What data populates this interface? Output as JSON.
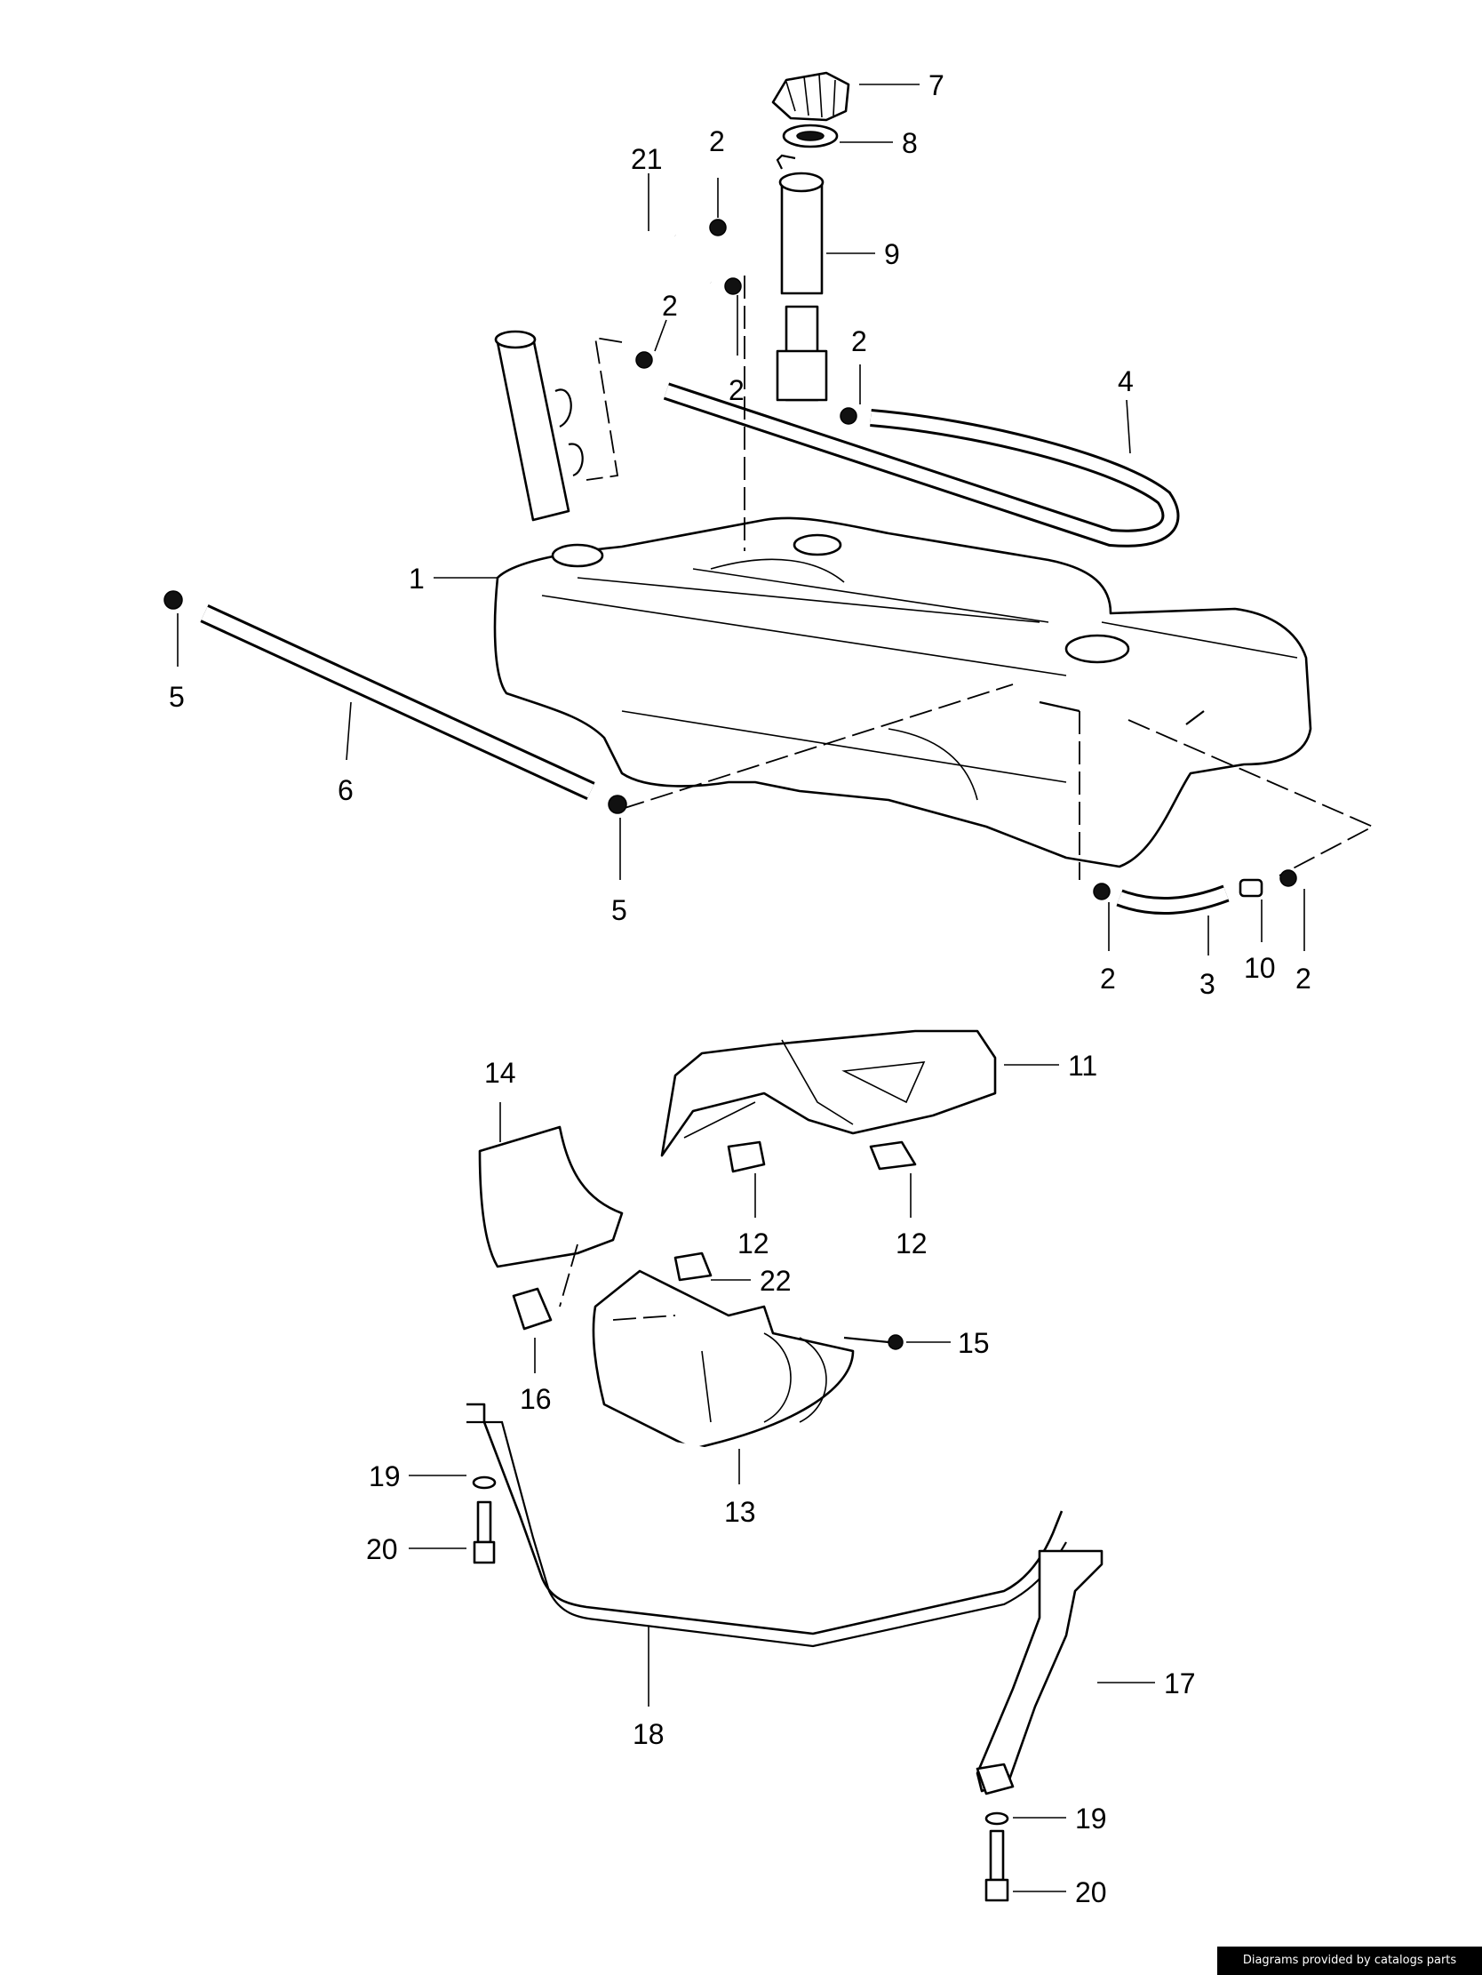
{
  "diagram": {
    "callouts": {
      "c7": "7",
      "c8": "8",
      "c9": "9",
      "c21": "21",
      "c2a": "2",
      "c2b": "2",
      "c2c": "2",
      "c2d": "2",
      "c2e": "2",
      "c2f": "2",
      "c4": "4",
      "c1": "1",
      "c5a": "5",
      "c6": "6",
      "c5b": "5",
      "c3": "3",
      "c10": "10",
      "c11": "11",
      "c14": "14",
      "c12a": "12",
      "c12b": "12",
      "c22": "22",
      "c15": "15",
      "c16": "16",
      "c13": "13",
      "c19a": "19",
      "c20a": "20",
      "c18": "18",
      "c17": "17",
      "c19b": "19",
      "c20b": "20"
    }
  },
  "footer": {
    "credit": "Diagrams provided by catalogs parts"
  }
}
